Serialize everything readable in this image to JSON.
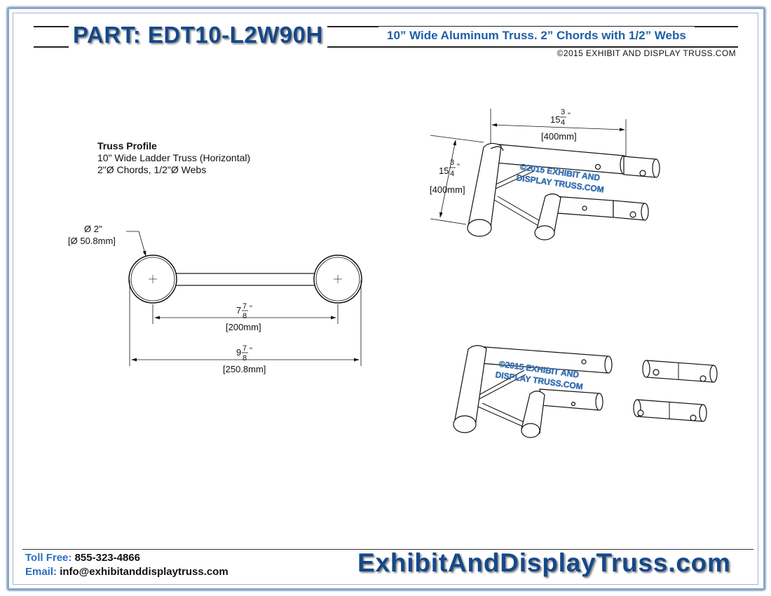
{
  "header": {
    "part_title": "PART: EDT10-L2W90H",
    "subtitle": "10” Wide Aluminum Truss. 2” Chords with 1/2” Webs",
    "copyright": "©2015 EXHIBIT AND DISPLAY TRUSS.COM"
  },
  "profile": {
    "title": "Truss Profile",
    "line1": "10\" Wide Ladder Truss (Horizontal)",
    "line2": "2\"Ø Chords, 1/2\"Ø Webs",
    "diameter_label": "Ø 2\"",
    "diameter_mm": "[Ø 50.8mm]",
    "dim1_whole": "7",
    "dim1_num": "7",
    "dim1_den": "8",
    "dim1_mm": "[200mm]",
    "dim2_whole": "9",
    "dim2_num": "7",
    "dim2_den": "8",
    "dim2_mm": "[250.8mm]"
  },
  "iso_view": {
    "width_whole": "15",
    "width_num": "3",
    "width_den": "4",
    "width_mm": "[400mm]",
    "depth_whole": "15",
    "depth_num": "3",
    "depth_den": "4",
    "depth_mm": "[400mm]",
    "watermark_line1": "©2015 EXHIBIT AND",
    "watermark_line2": "DISPLAY TRUSS.COM"
  },
  "footer": {
    "toll_label": "Toll Free:",
    "toll_value": "855-323-4866",
    "email_label": "Email:",
    "email_value": "info@exhibitanddisplaytruss.com",
    "brand": "ExhibitAndDisplayTruss.com"
  }
}
